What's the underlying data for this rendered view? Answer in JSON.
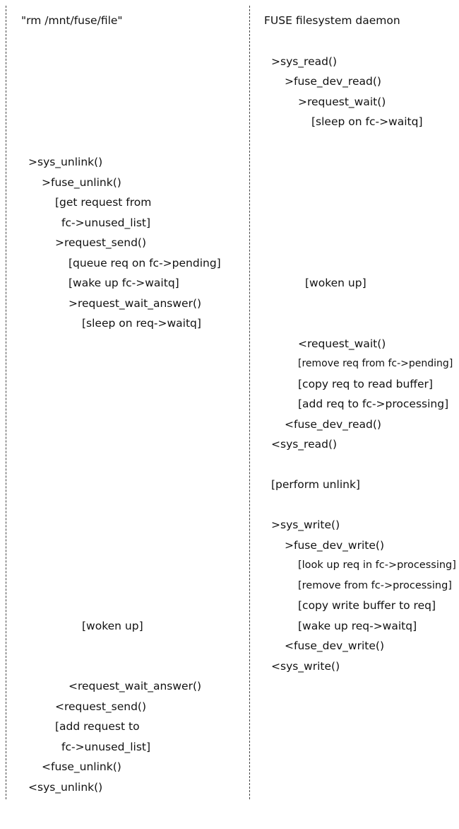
{
  "columns": {
    "left": {
      "header": "\"rm /mnt/fuse/file\"",
      "lines": [
        ">sys_unlink()",
        ">fuse_unlink()",
        "[get request from",
        "fc->unused_list]",
        ">request_send()",
        "[queue req on fc->pending]",
        "[wake up fc->waitq]",
        ">request_wait_answer()",
        "[sleep on req->waitq]",
        "[woken up]",
        "<request_wait_answer()",
        "<request_send()",
        "[add request to",
        "fc->unused_list]",
        "<fuse_unlink()",
        "<sys_unlink()"
      ]
    },
    "right": {
      "header": "FUSE filesystem daemon",
      "lines": [
        ">sys_read()",
        ">fuse_dev_read()",
        ">request_wait()",
        "[sleep on fc->waitq]",
        "[woken up]",
        "<request_wait()",
        "[remove req from fc->pending]",
        "[copy req to read buffer]",
        "[add req to fc->processing]",
        "<fuse_dev_read()",
        "<sys_read()",
        "[perform unlink]",
        ">sys_write()",
        ">fuse_dev_write()",
        "[look up req in fc->processing]",
        "[remove from fc->processing]",
        "[copy write buffer to req]",
        "[wake up req->waitq]",
        "<fuse_dev_write()",
        "<sys_write()"
      ]
    }
  }
}
